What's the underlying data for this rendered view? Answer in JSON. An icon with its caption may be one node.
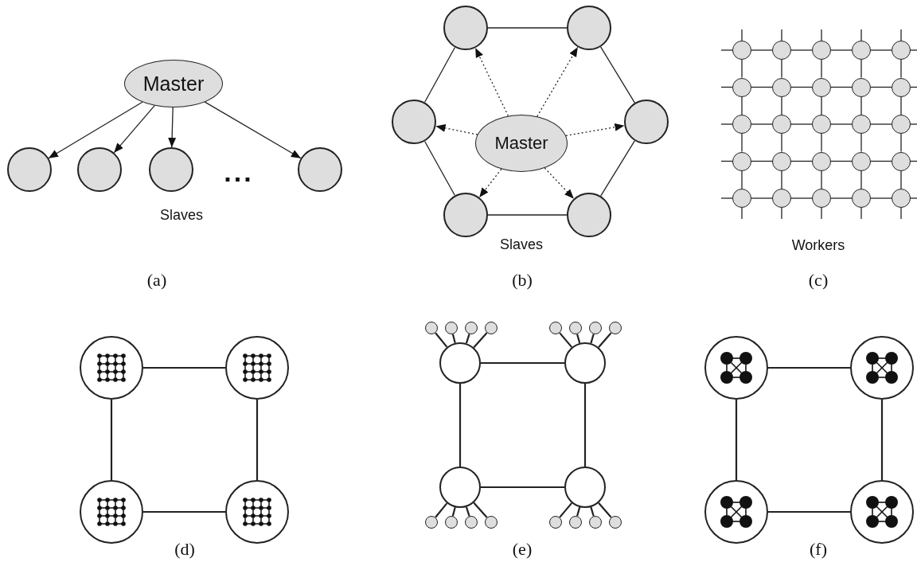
{
  "diagram": {
    "nodes": [
      {
        "text": [
          "Master"
        ]
      },
      {
        "text": [],
        "shape": "circle"
      },
      {
        "text": [],
        "shape": "circle"
      },
      {
        "text": [],
        "shape": "circle"
      },
      {
        "text": [],
        "shape": "circle"
      },
      {
        "text": [
          "Master"
        ]
      },
      {
        "text": [],
        "shape": "circle"
      },
      {
        "text": [],
        "shape": "circle"
      },
      {
        "text": [],
        "shape": "circle"
      },
      {
        "text": [],
        "shape": "circle"
      },
      {
        "text": [],
        "shape": "circle"
      },
      {
        "text": [],
        "shape": "circle"
      },
      {
        "text": [],
        "shape": "circle"
      },
      {
        "text": [],
        "shape": "circle"
      },
      {
        "text": [],
        "shape": "circle"
      },
      {
        "text": [],
        "shape": "circle"
      },
      {
        "text": [],
        "shape": "circle"
      },
      {
        "text": [],
        "shape": "circle"
      },
      {
        "text": [],
        "shape": "circle"
      },
      {
        "text": [],
        "shape": "circle"
      },
      {
        "text": [],
        "shape": "circle"
      },
      {
        "text": [],
        "shape": "circle"
      },
      {
        "text": [],
        "shape": "circle"
      },
      {
        "text": [],
        "shape": "circle"
      },
      {
        "text": [],
        "shape": "circle"
      },
      {
        "text": [],
        "shape": "circle"
      },
      {
        "text": [],
        "shape": "circle"
      },
      {
        "text": [],
        "shape": "circle"
      },
      {
        "text": [],
        "shape": "circle"
      },
      {
        "text": [],
        "shape": "circle"
      },
      {
        "text": [],
        "shape": "circle"
      },
      {
        "text": [],
        "shape": "circle"
      },
      {
        "text": [],
        "shape": "circle"
      },
      {
        "text": [],
        "shape": "circle"
      },
      {
        "text": [],
        "shape": "circle"
      },
      {
        "text": [],
        "shape": "circle"
      },
      {
        "text": [],
        "shape": "circle"
      },
      {
        "text": [],
        "shape": "circle"
      },
      {
        "text": [],
        "shape": "circle"
      },
      {
        "text": [],
        "shape": "circle"
      },
      {
        "text": [],
        "shape": "circle"
      },
      {
        "text": [],
        "shape": "circle"
      },
      {
        "text": [],
        "shape": "circle"
      },
      {
        "text": [],
        "shape": "circle"
      },
      {
        "text": [],
        "shape": "circle"
      },
      {
        "text": [],
        "shape": "circle"
      },
      {
        "text": [],
        "shape": "circle"
      },
      {
        "text": [],
        "shape": "circle"
      },
      {
        "text": [],
        "shape": "circle"
      },
      {
        "text": [],
        "shape": "circle"
      },
      {
        "text": [],
        "shape": "circle"
      },
      {
        "text": [],
        "shape": "circle"
      },
      {
        "text": [],
        "shape": "circle"
      },
      {
        "text": [],
        "shape": "circle"
      },
      {
        "text": [],
        "shape": "circle"
      },
      {
        "text": [],
        "shape": "circle"
      },
      {
        "text": [],
        "shape": "circle"
      },
      {
        "text": [],
        "shape": "circle"
      },
      {
        "text": [],
        "shape": "circle"
      },
      {
        "text": [],
        "shape": "circle"
      },
      {
        "text": [],
        "shape": "circle"
      },
      {
        "text": [],
        "shape": "circle"
      },
      {
        "text": [],
        "shape": "circle"
      },
      {
        "text": [],
        "shape": "circle"
      },
      {
        "text": [],
        "shape": "circle"
      }
    ],
    "edges": [
      {
        "from": 0,
        "to": 1,
        "arrow": "to"
      },
      {
        "from": 0,
        "to": 2,
        "arrow": "to"
      },
      {
        "from": 0,
        "to": 3,
        "arrow": "to"
      },
      {
        "from": 0,
        "to": 4,
        "arrow": "to"
      },
      {
        "from": 5,
        "to": 6,
        "arrow": "to",
        "style": "dashed"
      },
      {
        "from": 5,
        "to": 7,
        "arrow": "to",
        "style": "dashed"
      },
      {
        "from": 5,
        "to": 8,
        "arrow": "to",
        "style": "dashed"
      },
      {
        "from": 5,
        "to": 9,
        "arrow": "to",
        "style": "dashed"
      },
      {
        "from": 5,
        "to": 10,
        "arrow": "to",
        "style": "dashed"
      },
      {
        "from": 5,
        "to": 11,
        "arrow": "to",
        "style": "dashed"
      },
      {
        "from": 6,
        "to": 7,
        "arrow": "none"
      },
      {
        "from": 7,
        "to": 9,
        "arrow": "none"
      },
      {
        "from": 9,
        "to": 11,
        "arrow": "none"
      },
      {
        "from": 11,
        "to": 10,
        "arrow": "none"
      },
      {
        "from": 10,
        "to": 8,
        "arrow": "none"
      },
      {
        "from": 8,
        "to": 6,
        "arrow": "none"
      },
      {
        "from": 12,
        "to": 13,
        "arrow": "none"
      },
      {
        "from": 13,
        "to": 14,
        "arrow": "none"
      },
      {
        "from": 14,
        "to": 15,
        "arrow": "none"
      },
      {
        "from": 15,
        "to": 16,
        "arrow": "none"
      },
      {
        "from": 17,
        "to": 18,
        "arrow": "none"
      },
      {
        "from": 18,
        "to": 19,
        "arrow": "none"
      },
      {
        "from": 19,
        "to": 20,
        "arrow": "none"
      },
      {
        "from": 20,
        "to": 21,
        "arrow": "none"
      },
      {
        "from": 22,
        "to": 23,
        "arrow": "none"
      },
      {
        "from": 23,
        "to": 24,
        "arrow": "none"
      },
      {
        "from": 24,
        "to": 25,
        "arrow": "none"
      },
      {
        "from": 25,
        "to": 26,
        "arrow": "none"
      },
      {
        "from": 27,
        "to": 28,
        "arrow": "none"
      },
      {
        "from": 28,
        "to": 29,
        "arrow": "none"
      },
      {
        "from": 29,
        "to": 30,
        "arrow": "none"
      },
      {
        "from": 30,
        "to": 31,
        "arrow": "none"
      },
      {
        "from": 32,
        "to": 33,
        "arrow": "none"
      },
      {
        "from": 33,
        "to": 34,
        "arrow": "none"
      },
      {
        "from": 34,
        "to": 35,
        "arrow": "none"
      },
      {
        "from": 35,
        "to": 36,
        "arrow": "none"
      },
      {
        "from": 12,
        "to": 17,
        "arrow": "none"
      },
      {
        "from": 13,
        "to": 18,
        "arrow": "none"
      },
      {
        "from": 14,
        "to": 19,
        "arrow": "none"
      },
      {
        "from": 15,
        "to": 20,
        "arrow": "none"
      },
      {
        "from": 16,
        "to": 21,
        "arrow": "none"
      },
      {
        "from": 17,
        "to": 22,
        "arrow": "none"
      },
      {
        "from": 18,
        "to": 23,
        "arrow": "none"
      },
      {
        "from": 19,
        "to": 24,
        "arrow": "none"
      },
      {
        "from": 20,
        "to": 25,
        "arrow": "none"
      },
      {
        "from": 21,
        "to": 26,
        "arrow": "none"
      },
      {
        "from": 22,
        "to": 27,
        "arrow": "none"
      },
      {
        "from": 23,
        "to": 28,
        "arrow": "none"
      },
      {
        "from": 24,
        "to": 29,
        "arrow": "none"
      },
      {
        "from": 25,
        "to": 30,
        "arrow": "none"
      },
      {
        "from": 26,
        "to": 31,
        "arrow": "none"
      },
      {
        "from": 27,
        "to": 32,
        "arrow": "none"
      },
      {
        "from": 28,
        "to": 33,
        "arrow": "none"
      },
      {
        "from": 29,
        "to": 34,
        "arrow": "none"
      },
      {
        "from": 30,
        "to": 35,
        "arrow": "none"
      },
      {
        "from": 31,
        "to": 36,
        "arrow": "none"
      },
      {
        "from": 12,
        "to": null,
        "arrow": "none"
      },
      {
        "from": 12,
        "to": null,
        "arrow": "none"
      },
      {
        "from": 13,
        "to": null,
        "arrow": "none"
      },
      {
        "from": 14,
        "to": null,
        "arrow": "none"
      },
      {
        "from": 15,
        "to": null,
        "arrow": "none"
      },
      {
        "from": 16,
        "to": null,
        "arrow": "none"
      },
      {
        "from": 16,
        "to": null,
        "arrow": "none"
      },
      {
        "from": 17,
        "to": null,
        "arrow": "none"
      },
      {
        "from": 21,
        "to": null,
        "arrow": "none"
      },
      {
        "from": 22,
        "to": null,
        "arrow": "none"
      },
      {
        "from": 26,
        "to": null,
        "arrow": "none"
      },
      {
        "from": 27,
        "to": null,
        "arrow": "none"
      },
      {
        "from": 31,
        "to": null,
        "arrow": "none"
      },
      {
        "from": 32,
        "to": null,
        "arrow": "none"
      },
      {
        "from": 32,
        "to": null,
        "arrow": "none"
      },
      {
        "from": 33,
        "to": null,
        "arrow": "none"
      },
      {
        "from": 34,
        "to": null,
        "arrow": "none"
      },
      {
        "from": 35,
        "to": null,
        "arrow": "none"
      },
      {
        "from": 36,
        "to": null,
        "arrow": "none"
      },
      {
        "from": 36,
        "to": null,
        "arrow": "none"
      },
      {
        "from": 37,
        "to": 38,
        "arrow": "none"
      },
      {
        "from": 37,
        "to": 39,
        "arrow": "none"
      },
      {
        "from": 38,
        "to": 40,
        "arrow": "none"
      },
      {
        "from": 39,
        "to": 40,
        "arrow": "none"
      },
      {
        "from": 49,
        "to": 50,
        "arrow": "none"
      },
      {
        "from": 49,
        "to": 51,
        "arrow": "none"
      },
      {
        "from": 50,
        "to": 52,
        "arrow": "none"
      },
      {
        "from": 51,
        "to": 52,
        "arrow": "none"
      },
      {
        "from": 49,
        "to": 41,
        "arrow": "none"
      },
      {
        "from": 49,
        "to": 42,
        "arrow": "none"
      },
      {
        "from": 49,
        "to": 43,
        "arrow": "none"
      },
      {
        "from": 49,
        "to": 44,
        "arrow": "none"
      },
      {
        "from": 50,
        "to": 45,
        "arrow": "none"
      },
      {
        "from": 50,
        "to": 46,
        "arrow": "none"
      },
      {
        "from": 50,
        "to": 47,
        "arrow": "none"
      },
      {
        "from": 50,
        "to": 48,
        "arrow": "none"
      },
      {
        "from": 51,
        "to": 53,
        "arrow": "none"
      },
      {
        "from": 51,
        "to": 54,
        "arrow": "none"
      },
      {
        "from": 51,
        "to": 55,
        "arrow": "none"
      },
      {
        "from": 51,
        "to": 56,
        "arrow": "none"
      },
      {
        "from": 52,
        "to": 57,
        "arrow": "none"
      },
      {
        "from": 52,
        "to": 58,
        "arrow": "none"
      },
      {
        "from": 52,
        "to": 59,
        "arrow": "none"
      },
      {
        "from": 52,
        "to": 60,
        "arrow": "none"
      },
      {
        "from": 61,
        "to": 62,
        "arrow": "none"
      },
      {
        "from": 61,
        "to": 63,
        "arrow": "none"
      },
      {
        "from": 62,
        "to": 64,
        "arrow": "none"
      },
      {
        "from": 63,
        "to": 64,
        "arrow": "none"
      }
    ],
    "labels": [
      "...",
      "Slaves",
      "Slaves",
      "Workers",
      "(a)",
      "(b)",
      "(c)",
      "(d)",
      "(e)",
      "(f)"
    ]
  }
}
